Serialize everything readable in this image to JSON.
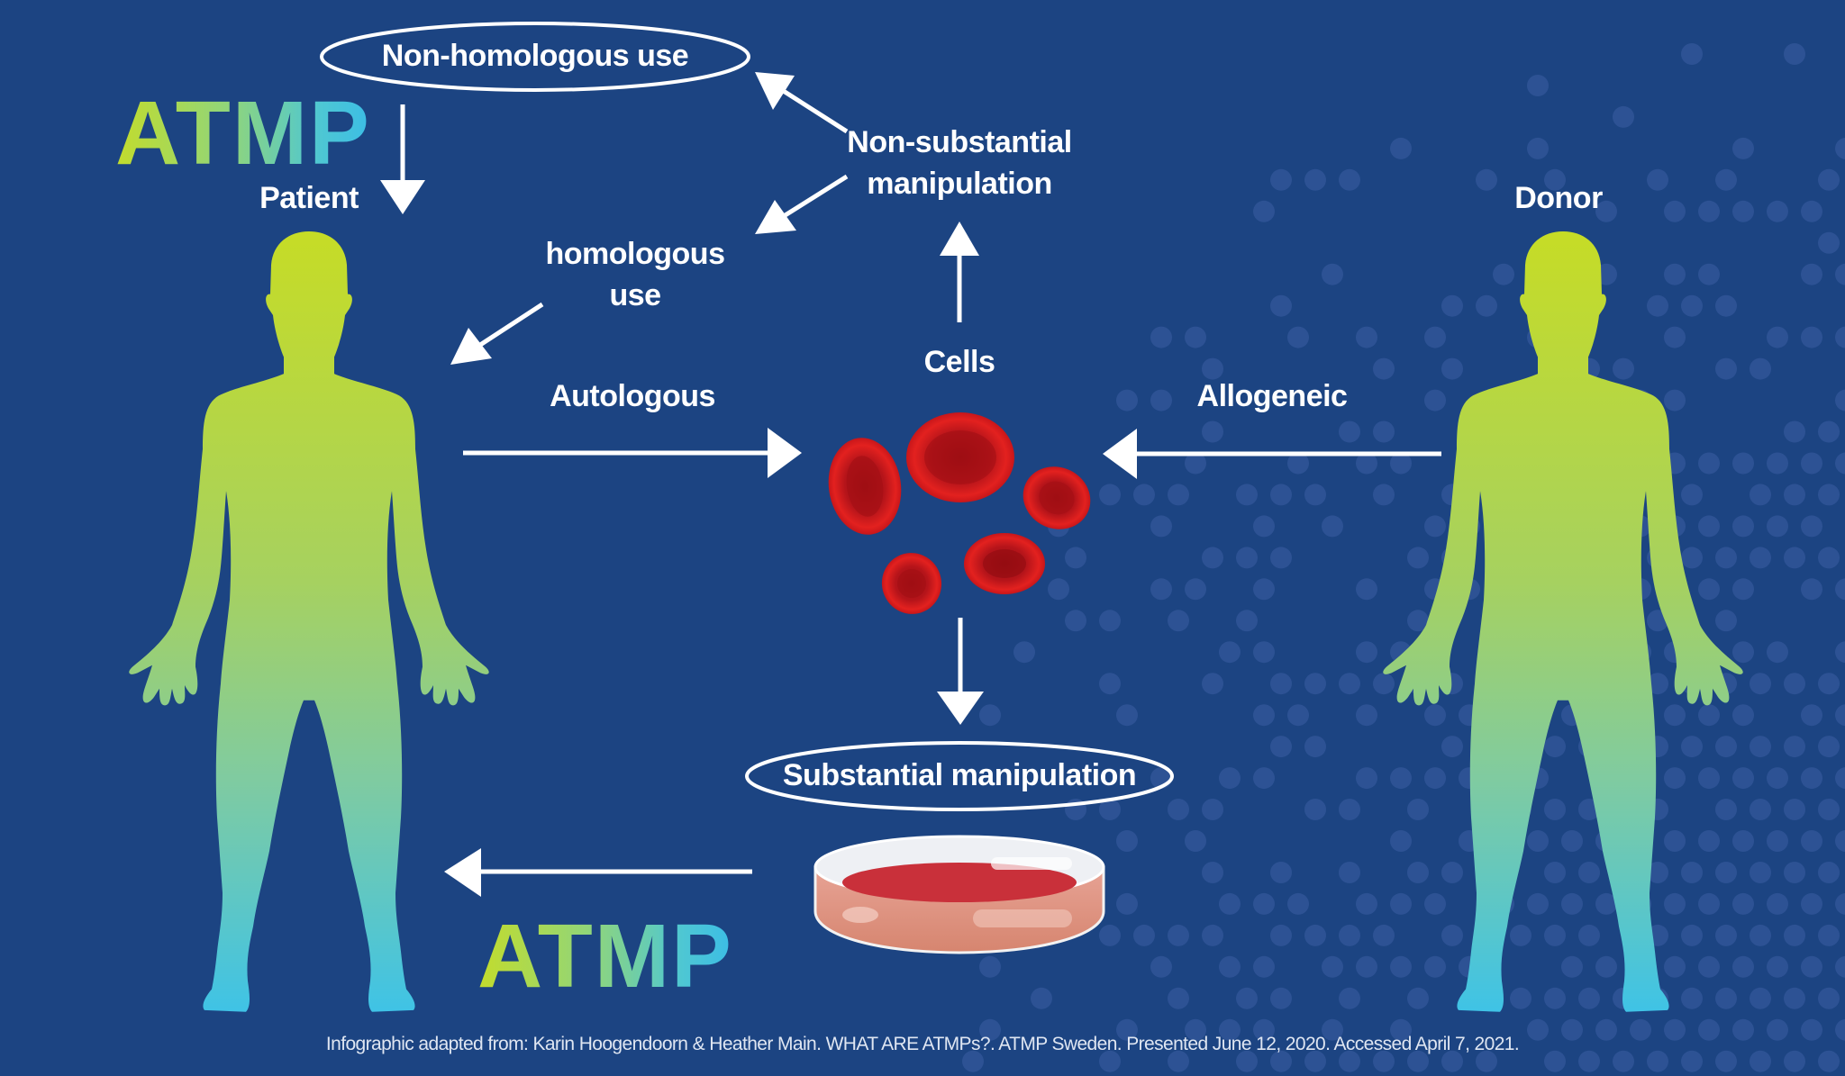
{
  "title_atmp_top": "ATMP",
  "title_atmp_bottom": "ATMP",
  "labels": {
    "patient": "Patient",
    "donor": "Donor",
    "non_homologous_use": "Non-homologous use",
    "non_substantial_line1": "Non-substantial",
    "non_substantial_line2": "manipulation",
    "homologous_line1": "homologous",
    "homologous_line2": "use",
    "cells": "Cells",
    "autologous": "Autologous",
    "allogeneic": "Allogeneic",
    "substantial_manipulation": "Substantial manipulation"
  },
  "caption": "Infographic adapted from: Karin Hoogendoorn & Heather Main. WHAT ARE ATMPs?. ATMP Sweden. Presented June 12, 2020. Accessed April 7, 2021.",
  "colors": {
    "background": "#1c4482",
    "dots": "#33579a",
    "arrow": "#ffffff",
    "figure_top": "#c6dc26",
    "figure_mid": "#8fcf86",
    "figure_bottom": "#3fc3e6",
    "cell_red": "#d81e1e",
    "dish_liquid": "#c9303a"
  }
}
